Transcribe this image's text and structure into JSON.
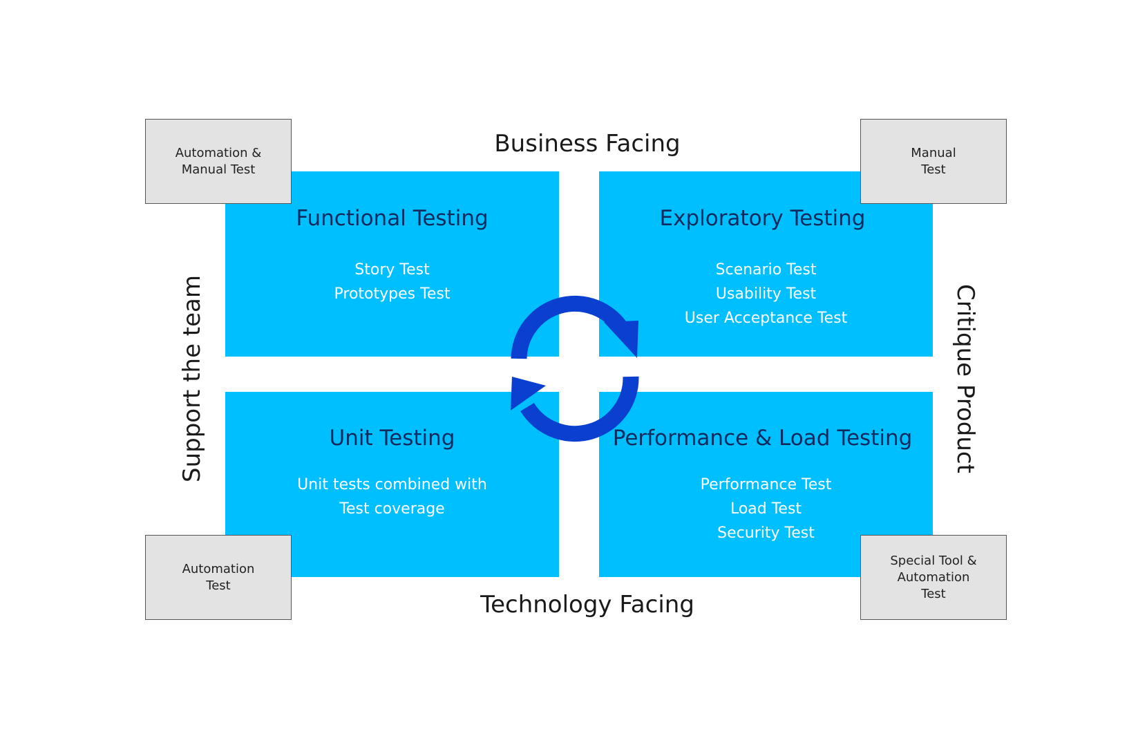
{
  "diagram": {
    "title": "Agile Testing Quadrants",
    "axes": {
      "top": "Business Facing",
      "bottom": "Technology Facing",
      "left": "Support the team",
      "right": "Critique Product"
    },
    "quadrants": [
      {
        "id": "top-left",
        "title": "Functional Testing",
        "items": [
          "Story Test",
          "Prototypes Test"
        ]
      },
      {
        "id": "top-right",
        "title": "Exploratory Testing",
        "items": [
          "Scenario Test",
          "Usability Test",
          "User Acceptance Test"
        ]
      },
      {
        "id": "bottom-left",
        "title": "Unit Testing",
        "items": [
          "Unit tests combined with",
          "Test coverage"
        ]
      },
      {
        "id": "bottom-right",
        "title": "Performance & Load Testing",
        "items": [
          "Performance Test",
          "Load Test",
          "Security Test"
        ]
      }
    ],
    "corners": {
      "top_left": "Automation &\nManual Test",
      "top_right": "Manual\nTest",
      "bottom_left": "Automation\nTest",
      "bottom_right": "Special Tool &\nAutomation\nTest"
    },
    "center_icon": "cycle-arrows-icon",
    "colors": {
      "quadrant_fill": "#00bfff",
      "quadrant_title": "#0f2a5e",
      "quadrant_items": "#ffffff",
      "corner_fill": "#e3e3e3",
      "cycle_arrows": "#0a3fcf"
    }
  }
}
